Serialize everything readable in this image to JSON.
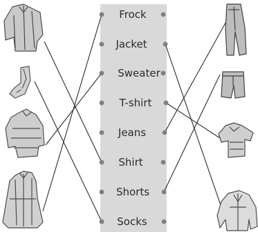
{
  "words": [
    {
      "text": "Frock"
    },
    {
      "text": "Jacket"
    },
    {
      "text": "Sweater"
    },
    {
      "text": "T-shirt"
    },
    {
      "text": "Jeans"
    },
    {
      "text": "Shirt"
    },
    {
      "text": "Shorts"
    },
    {
      "text": "Socks"
    }
  ],
  "left_pictures": [
    {
      "icon": "shirt-icon"
    },
    {
      "icon": "socks-icon"
    },
    {
      "icon": "sweater-icon"
    },
    {
      "icon": "frock-icon"
    }
  ],
  "right_pictures": [
    {
      "icon": "jeans-icon"
    },
    {
      "icon": "shorts-icon"
    },
    {
      "icon": "tshirt-icon"
    },
    {
      "icon": "jacket-icon"
    }
  ],
  "connections": [
    {
      "side": "left",
      "picture": 0,
      "word": 5
    },
    {
      "side": "left",
      "picture": 1,
      "word": 7
    },
    {
      "side": "left",
      "picture": 2,
      "word": 2
    },
    {
      "side": "left",
      "picture": 3,
      "word": 0
    },
    {
      "side": "right",
      "picture": 0,
      "word": 4
    },
    {
      "side": "right",
      "picture": 1,
      "word": 6
    },
    {
      "side": "right",
      "picture": 2,
      "word": 3
    },
    {
      "side": "right",
      "picture": 3,
      "word": 1
    }
  ],
  "colors": {
    "panel": "#d9d9d9",
    "dot": "#7f7f7f",
    "line": "#2a2a2a",
    "text": "#2b2b2b",
    "clothing_fill": "#c9c9c9",
    "clothing_stroke": "#4a4a4a"
  }
}
